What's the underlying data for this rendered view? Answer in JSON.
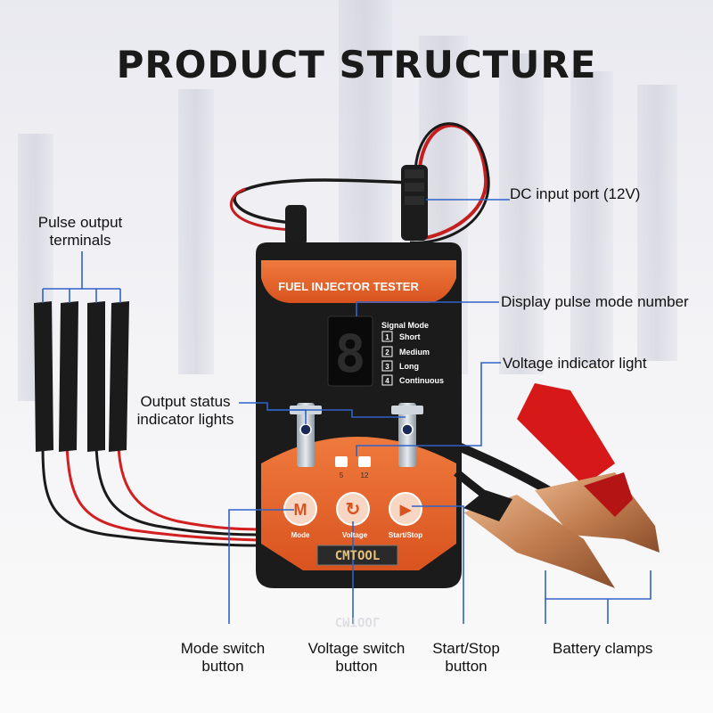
{
  "page": {
    "title": "PRODUCT STRUCTURE"
  },
  "device": {
    "name": "FUEL INJECTOR TESTER",
    "brand": "CMTOOL",
    "reflection_brand": "CMTOOL",
    "digit": "8",
    "signal_mode": {
      "heading": "Signal Mode",
      "modes": [
        {
          "num": "1",
          "label": "Short"
        },
        {
          "num": "2",
          "label": "Medium"
        },
        {
          "num": "3",
          "label": "Long"
        },
        {
          "num": "4",
          "label": "Continuous"
        }
      ]
    },
    "voltage_options": [
      "5",
      "12"
    ],
    "buttons": [
      {
        "glyph": "M",
        "label": "Mode"
      },
      {
        "glyph": "↻",
        "label": "Voltage"
      },
      {
        "glyph": "▶",
        "label": "Start/Stop"
      }
    ]
  },
  "callouts": {
    "pulse_output_line1": "Pulse output",
    "pulse_output_line2": "terminals",
    "dc_input": "DC input port (12V)",
    "display_pulse": "Display pulse mode number",
    "voltage_light": "Voltage indicator light",
    "output_status_line1": "Output status",
    "output_status_line2": "indicator lights",
    "mode_switch_line1": "Mode switch",
    "mode_switch_line2": "button",
    "voltage_switch_line1": "Voltage switch",
    "voltage_switch_line2": "button",
    "start_stop_line1": "Start/Stop",
    "start_stop_line2": "button",
    "battery_clamps": "Battery clamps"
  },
  "colors": {
    "accent_orange": "#e2622a",
    "device_black": "#1b1b1b",
    "callout_blue": "#2f63c8",
    "wire_red": "#d41f1f",
    "clamp_red": "#d61818",
    "clamp_copper": "#c98d5e"
  }
}
